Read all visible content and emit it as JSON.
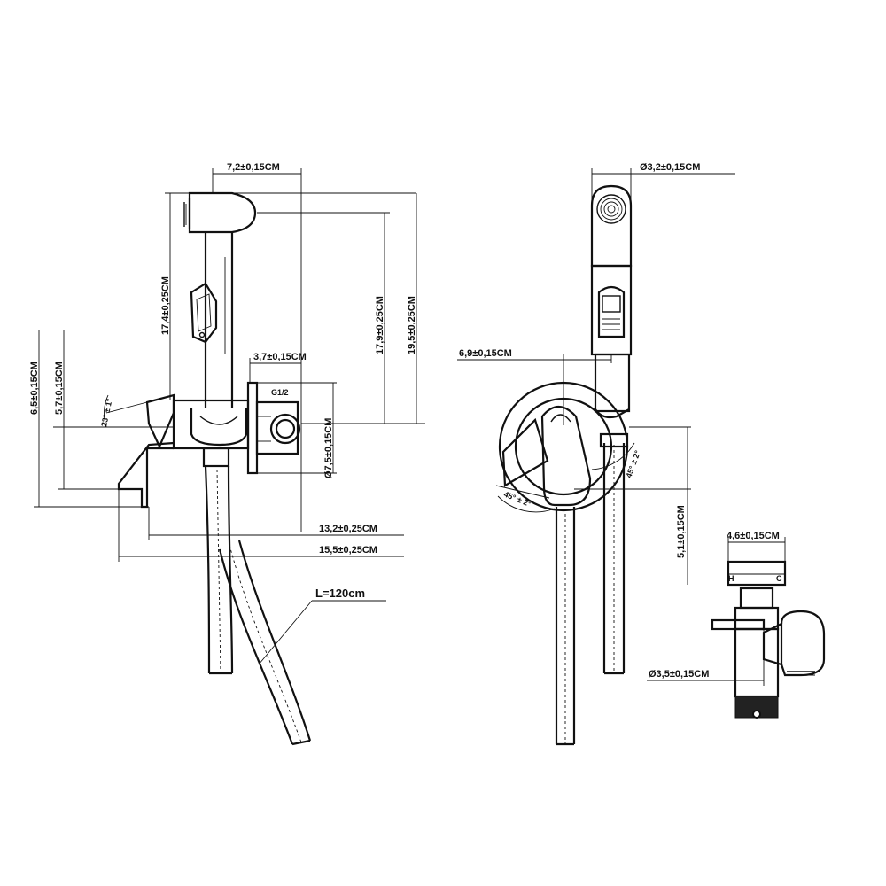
{
  "dimensions": {
    "front_top_width": "7,2±0,15CM",
    "front_height_spray": "17,4±0,25CM",
    "front_height_mid": "17,9±0,25CM",
    "front_height_total": "19,5±0,25CM",
    "front_holder_width": "3,7±0,15CM",
    "thread": "G1/2",
    "front_flange_diameter": "Ø7,5±0,15CM",
    "front_lever_height": "6,5±0,15CM",
    "front_lever_height_inner": "5,7±0,15CM",
    "front_lever_angle": "23° ± 1°",
    "front_depth_1": "13,2±0,25CM",
    "front_depth_2": "15,5±0,25CM",
    "hose_length": "L=120cm",
    "side_head_diameter": "Ø3,2±0,15CM",
    "side_offset": "6,9±0,15CM",
    "side_angle_right": "45° ± 2°",
    "side_angle_left": "45° ± 2°",
    "side_height": "5,1±0,15CM",
    "detail_width": "4,6±0,15CM",
    "detail_label_h": "H",
    "detail_label_c": "C",
    "detail_diameter": "Ø3,5±0,15CM"
  }
}
